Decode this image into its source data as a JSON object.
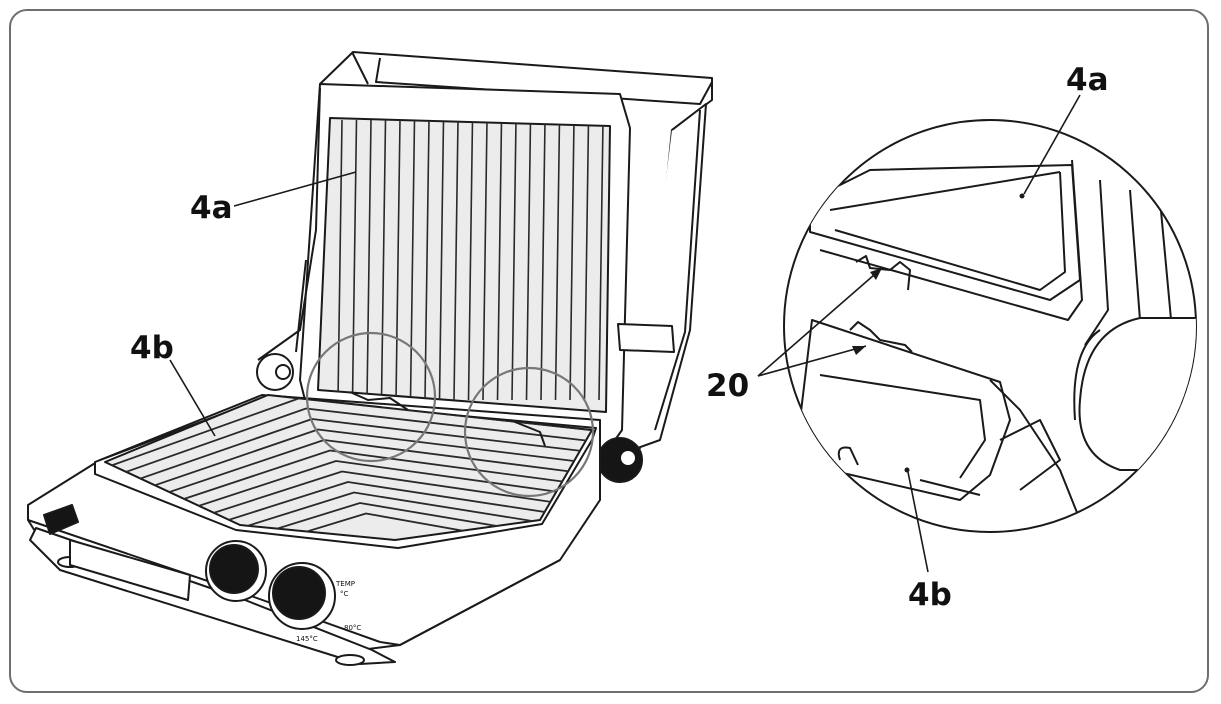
{
  "labels": {
    "main_lid_plate": "4a",
    "main_base_plate": "4b",
    "detail_lid_plate": "4a",
    "detail_base_plate": "4b",
    "detail_clips": "20"
  },
  "panel_markings": {
    "temp_top": "TEMP",
    "temp_unit": "°C",
    "temp_mid": "80°C",
    "temp_low": "145°C"
  },
  "colors": {
    "line": "#1a1a1a",
    "frame": "#6e6e6e",
    "plate_tint": "#ececec",
    "knob": "#151515"
  }
}
